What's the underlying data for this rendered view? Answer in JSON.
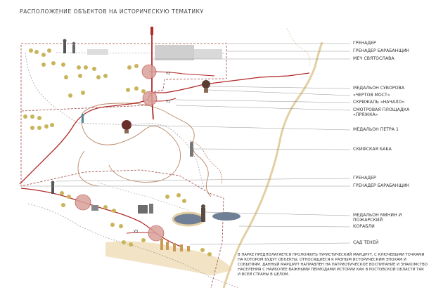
{
  "title": "РАСПОЛОЖЕНИЕ ОБЪЕКТОВ НА ИСТОРИЧЕСКУЮ ТЕМАТИКУ",
  "labels": [
    {
      "id": "grenader-1",
      "lines": [
        "ГРЕНАДЕР"
      ]
    },
    {
      "id": "grenader-drummer-1",
      "lines": [
        "ГРЕНАДЕР БАРАБАНЩИК"
      ]
    },
    {
      "id": "sword-svyatoslav",
      "lines": [
        "МЕЧ СВЯТОСЛАВА"
      ]
    },
    {
      "id": "medallion-suvorov",
      "lines": [
        "МЕДАЛЬОН СУВОРОВА"
      ]
    },
    {
      "id": "devils-bridge",
      "lines": [
        "«ЧЕРТОВ МОСТ»"
      ]
    },
    {
      "id": "tablet-nachalo",
      "lines": [
        "СКРИЖАЛЬ «НАЧАЛО»"
      ]
    },
    {
      "id": "viewing-platform",
      "lines": [
        "СМОТРОВАЯ ПЛОЩАДКА",
        "«ПРЯЖКА»"
      ]
    },
    {
      "id": "medallion-peter",
      "lines": [
        "МЕДАЛЬОН ПЕТРА 1"
      ]
    },
    {
      "id": "scythian-baba",
      "lines": [
        "СКИФСКАЯ БАБА"
      ]
    },
    {
      "id": "grenader-2",
      "lines": [
        "ГРЕНАДЕР"
      ]
    },
    {
      "id": "grenader-drummer-2",
      "lines": [
        "ГРЕНАДЕР БАРАБАНЩИК"
      ]
    },
    {
      "id": "medallion-minin",
      "lines": [
        "МЕДАЛЬОН МИНИН И",
        "ПОЖАРСКИЙ"
      ]
    },
    {
      "id": "ships",
      "lines": [
        "КОРАБЛИ"
      ]
    },
    {
      "id": "garden-shadows",
      "lines": [
        "САД ТЕНЕЙ"
      ]
    }
  ],
  "description": "В ПАРКЕ ПРЕДПОЛАГАЕТСЯ ПРОЛОЖИТЬ ТУРИСТИЧЕСКИЙ МАРШРУТ, С КЛЮЧЕВЫМИ ТОЧКАМИ НА КОТОРОМ БУДУТ ОБЪЕКТЫ, ОТНОСЯЩИЕСЯ К РАЗНЫМ ИСТОРИЧЕСКИМ ЭПОХАМ И СОБЫТИЯМ. ДАННЫЙ МАРШРУТ НАПРАВЛЕН НА ПАТРИОТИЧЕСКОЕ ВОСПИТАНИЕ И ЗНАКОМСТВО НАСЕЛЕНИЯ С НАИБОЛЕЕ ВАЖНЫМИ ПЕРИОДАМИ ИСТОРИИ КАК В РОСТОВСКОЙ ОБЛАСТИ ТАК И ВСЕЙ СТРАНЫ В ЦЕЛОМ.",
  "map_marks": {
    "v1": "У1",
    "v2": "У2",
    "v3": "У3"
  },
  "colors": {
    "route": "#b02a2a",
    "trail": "#b98765",
    "sand": "#e9d4a8",
    "circle": "#d9a09a",
    "tree": "#c9b45a",
    "leader": "#8a8a8a",
    "water": "#6f7f95"
  }
}
